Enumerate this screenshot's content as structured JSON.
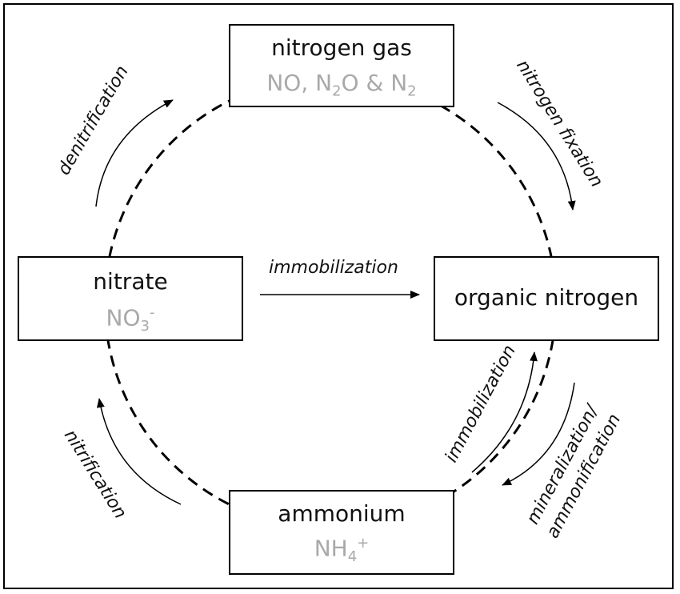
{
  "boxes": {
    "nitrogen_gas": {
      "name": "nitrogen gas",
      "formula": {
        "p1": "NO, N",
        "s1": "2",
        "p2": "O & N",
        "s2": "2"
      }
    },
    "nitrate": {
      "name": "nitrate",
      "formula": {
        "p1": "NO",
        "s1": "3",
        "sup": "-"
      }
    },
    "organic_nitrogen": {
      "name": "organic nitrogen"
    },
    "ammonium": {
      "name": "ammonium",
      "formula": {
        "p1": "NH",
        "s1": "4",
        "sup": "+"
      }
    }
  },
  "processes": {
    "denitrification": "denitrification",
    "nitrogen_fixation": "nitrogen fixation",
    "immobilization_center": "immobilization",
    "immobilization_lower": "immobilization",
    "mineralization_line1": "mineralization/",
    "mineralization_line2": "ammonification",
    "nitrification": "nitrification"
  },
  "colors": {
    "line": "#000000",
    "formula_text": "#a9a9a9"
  }
}
